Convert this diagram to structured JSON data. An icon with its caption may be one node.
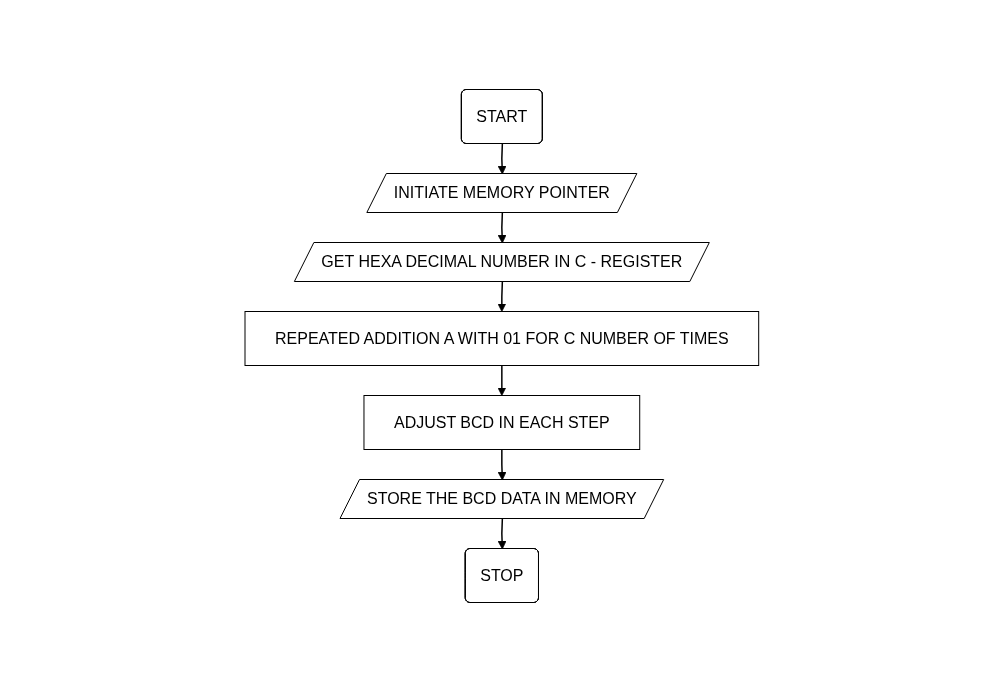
{
  "diagram": {
    "nodes": [
      {
        "text": [
          "START"
        ]
      },
      {
        "text": [
          "INITIATE MEMORY POINTER"
        ]
      },
      {
        "text": [
          "GET HEXA DECIMAL NUMBER IN C - REGISTER"
        ]
      },
      {
        "text": [
          "REPEATED ADDITION A WITH 01 FOR C NUMBER OF TIMES"
        ]
      },
      {
        "text": [
          "ADJUST BCD IN EACH STEP"
        ]
      },
      {
        "text": [
          "STORE THE BCD DATA IN MEMORY"
        ]
      },
      {
        "text": [
          "STOP"
        ]
      }
    ],
    "edges": [
      {
        "from": 0,
        "to": 1,
        "arrow": "to"
      },
      {
        "from": 1,
        "to": 2,
        "arrow": "to"
      },
      {
        "from": 2,
        "to": 3,
        "arrow": "to"
      },
      {
        "from": 3,
        "to": 4,
        "arrow": "to"
      },
      {
        "from": 4,
        "to": 5,
        "arrow": "to"
      },
      {
        "from": 5,
        "to": 6,
        "arrow": "to"
      }
    ]
  }
}
